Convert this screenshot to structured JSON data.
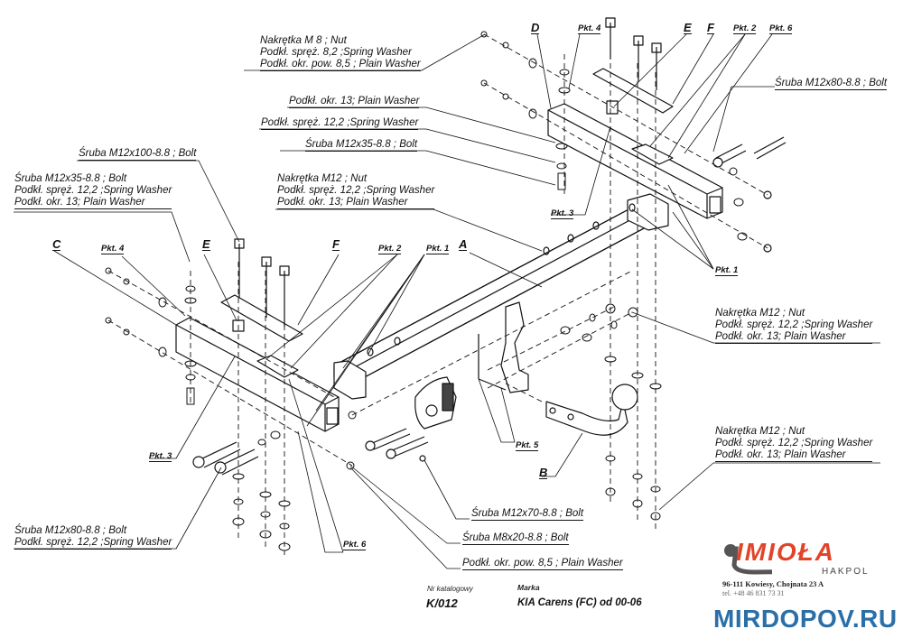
{
  "callouts": {
    "top_nut_m8": [
      "Nakrętka  M  8 ; Nut",
      "Podkł. spręż. 8,2 ;Spring Washer",
      "Podkł. okr. pow. 8,5 ; Plain Washer"
    ],
    "plain_washer_13": "Podkł. okr. 13; Plain Washer",
    "spring_washer_12": "Podkł. spręż. 12,2 ;Spring Washer",
    "bolt_m12x35_right": "Śruba M12x35-8.8 ;  Bolt",
    "bolt_m12x100": "Śruba M12x100-8.8 ;  Bolt",
    "left_bolt_group": [
      "Śruba M12x35-8.8 ;  Bolt",
      "Podkł. spręż. 12,2 ;Spring Washer",
      "Podkł. okr. 13; Plain Washer"
    ],
    "center_nut_group": [
      "Nakrętka  M12 ; Nut",
      "Podkł. spręż. 12,2 ;Spring Washer",
      "Podkł. okr. 13; Plain Washer"
    ],
    "bolt_m12x80_right": "Śruba M12x80-8.8 ;  Bolt",
    "right_nut_group_1": [
      "Nakrętka  M12 ; Nut",
      "Podkł. spręż. 12,2 ;Spring Washer",
      "Podkł. okr. 13; Plain Washer"
    ],
    "right_nut_group_2": [
      "Nakrętka  M12 ; Nut",
      "Podkł. spręż. 12,2 ;Spring Washer",
      "Podkł. okr. 13; Plain Washer"
    ],
    "bottom_left_group": [
      "Śruba M12x80-8.8 ;  Bolt",
      "Podkł. spręż. 12,2 ;Spring Washer"
    ],
    "bolt_m12x70": "Śruba M12x70-8.8 ;  Bolt",
    "bolt_m8x20": "Śruba M8x20-8.8 ;  Bolt",
    "plain_washer_85": "Podkł. okr. pow. 8,5 ; Plain Washer"
  },
  "part_letters": {
    "A": "A",
    "B": "B",
    "C": "C",
    "D": "D",
    "E_left": "E",
    "E_right": "E",
    "F_left": "F",
    "F_right": "F"
  },
  "points": {
    "pkt1_left": "Pkt. 1",
    "pkt1_right": "Pkt. 1",
    "pkt2_left": "Pkt. 2",
    "pkt2_right": "Pkt. 2",
    "pkt3_left": "Pkt. 3",
    "pkt3_right": "Pkt. 3",
    "pkt4_left": "Pkt. 4",
    "pkt4_right": "Pkt. 4",
    "pkt5": "Pkt. 5",
    "pkt6_left": "Pkt. 6",
    "pkt6_right": "Pkt. 6"
  },
  "title_block": {
    "catalog_label": "Nr katalogowy",
    "catalog_number": "K/012",
    "brand_label": "Marka",
    "model": "KIA Carens (FC)    od  00-06"
  },
  "logo": {
    "name": "IMIOŁA",
    "sub": "HAKPOL",
    "address": "96-111 Kowiesy, Chojnata 23 A",
    "phone": "tel. +48 46 831 73 31",
    "accent": "#e0452a"
  },
  "watermark": "MIRDOPOV.RU"
}
